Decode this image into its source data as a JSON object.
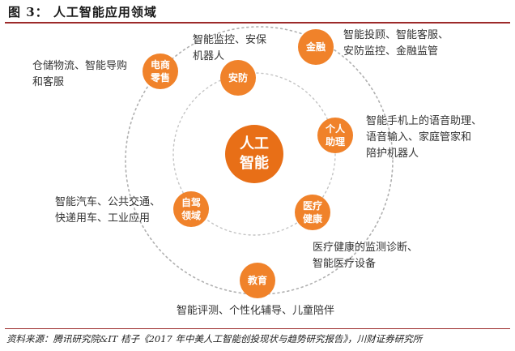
{
  "header": {
    "title": "图 3：  人工智能应用领域"
  },
  "center": {
    "line1": "人工",
    "line2": "智能"
  },
  "nodes": {
    "finance": {
      "line1": "金融",
      "line2": ""
    },
    "security": {
      "line1": "安防",
      "line2": ""
    },
    "retail": {
      "line1": "电商",
      "line2": "零售"
    },
    "assistant": {
      "line1": "个人",
      "line2": "助理"
    },
    "medical": {
      "line1": "医疗",
      "line2": "健康"
    },
    "driving": {
      "line1": "自驾",
      "line2": "领域"
    },
    "education": {
      "line1": "教育",
      "line2": ""
    }
  },
  "descriptions": {
    "security": {
      "line1": "智能监控、安保",
      "line2": "机器人"
    },
    "finance": {
      "line1": "智能投顾、智能客服、",
      "line2": "安防监控、金融监管"
    },
    "retail": {
      "line1": "仓储物流、智能导购",
      "line2": "和客服"
    },
    "assistant": {
      "line1": "智能手机上的语音助理、",
      "line2": "语音输入、家庭管家和",
      "line3": "陪护机器人"
    },
    "driving": {
      "line1": "智能汽车、公共交通、",
      "line2": "快递用车、工业应用"
    },
    "medical": {
      "line1": "医疗健康的监测诊断、",
      "line2": "智能医疗设备"
    },
    "education": {
      "line1": "智能评测、个性化辅导、儿童陪伴"
    }
  },
  "footer": {
    "source": "资料来源：腾讯研究院&IT 桔子《2017 年中美人工智能创投现状与趋势研究报告》，川财证券研究所"
  },
  "colors": {
    "node": "#f0822a",
    "node_dark": "#e86f17",
    "circle_outer": "#b0b0b0",
    "circle_inner": "#c4c4c4",
    "rule": "#9c2a2a"
  }
}
